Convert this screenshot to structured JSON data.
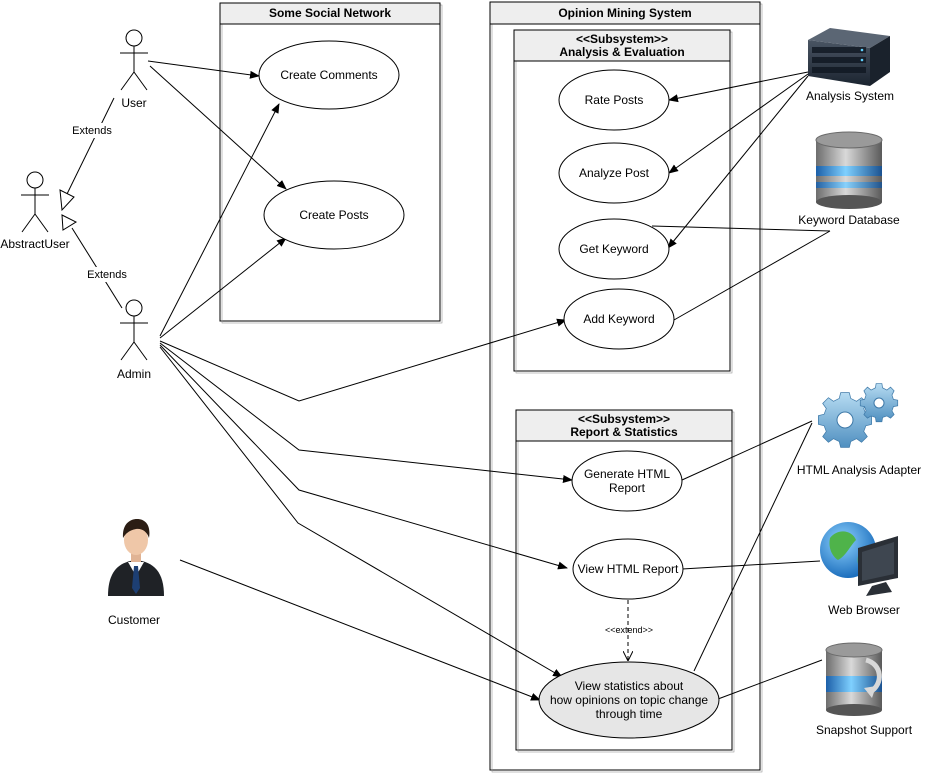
{
  "containers": {
    "social": {
      "title": "Some Social Network"
    },
    "oms": {
      "title": "Opinion Mining System"
    },
    "analysis": {
      "stereotype": "<<Subsystem>>",
      "title": "Analysis & Evaluation"
    },
    "report": {
      "stereotype": "<<Subsystem>>",
      "title": "Report & Statistics"
    }
  },
  "actors": {
    "user": "User",
    "abstract_user": "AbstractUser",
    "admin": "Admin",
    "customer": "Customer"
  },
  "generalizations": {
    "user_extends": "Extends",
    "admin_extends": "Extends"
  },
  "use_cases": {
    "create_comments": "Create Comments",
    "create_posts": "Create Posts",
    "rate_posts": "Rate Posts",
    "analyze_post": "Analyze Post",
    "get_keyword": "Get Keyword",
    "add_keyword": "Add Keyword",
    "generate_html_report": [
      "Generate HTML",
      "Report"
    ],
    "view_html_report": "View HTML Report",
    "view_statistics": [
      "View statistics about",
      "how opinions on topic change",
      "through time"
    ]
  },
  "extend_label": "<<extend>>",
  "systems": {
    "analysis_system": {
      "label": "Analysis System",
      "icon": "server-icon"
    },
    "keyword_database": {
      "label": "Keyword Database",
      "icon": "database-icon"
    },
    "html_adapter": {
      "label": "HTML Analysis Adapter",
      "icon": "gears-icon"
    },
    "web_browser": {
      "label": "Web Browser",
      "icon": "globe-monitor-icon"
    },
    "snapshot_support": {
      "label": "Snapshot Support",
      "icon": "refresh-database-icon"
    }
  },
  "colors": {
    "highlight_fill": "#e6e6e6",
    "header_fill": "#eeeeee",
    "stroke": "#000000"
  }
}
